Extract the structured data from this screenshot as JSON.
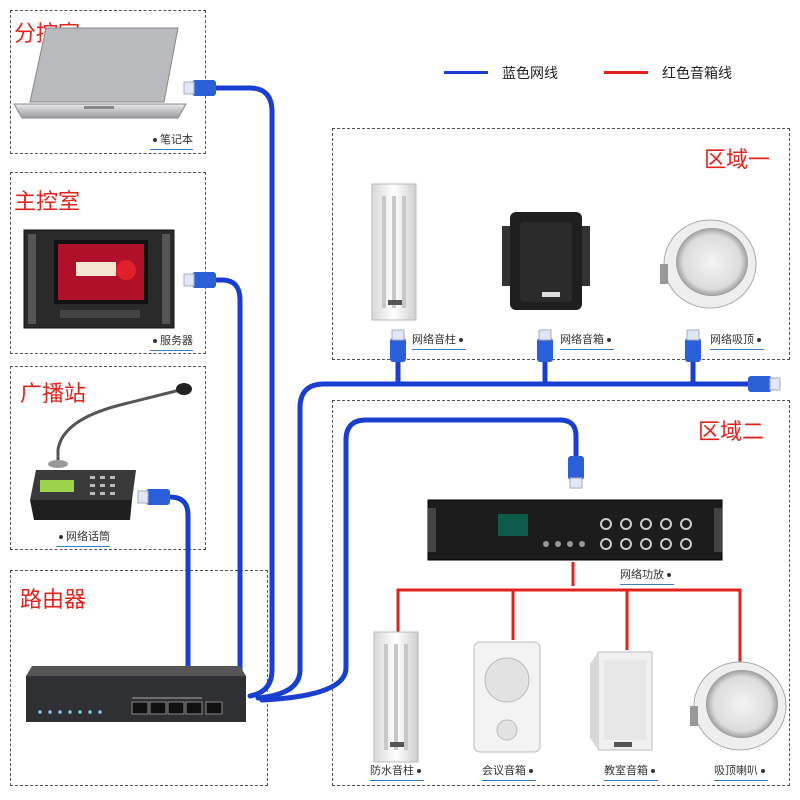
{
  "legend": {
    "blue_label": "蓝色网线",
    "red_label": "红色音箱线",
    "blue_color": "#1a3fd0",
    "red_color": "#e0231c"
  },
  "rooms": {
    "branch": {
      "title": "分控室",
      "device": "笔记本"
    },
    "main": {
      "title": "主控室",
      "device": "服务器"
    },
    "broadcast": {
      "title": "广播站",
      "device": "网络话筒"
    },
    "router": {
      "title": "路由器"
    },
    "zone1": {
      "title": "区域一",
      "devices": [
        "网络音柱",
        "网络音箱",
        "网络吸顶"
      ]
    },
    "zone2": {
      "title": "区域二",
      "amp": "网络功放",
      "devices": [
        "防水音柱",
        "会议音箱",
        "教室音箱",
        "吸顶喇叭"
      ]
    }
  }
}
